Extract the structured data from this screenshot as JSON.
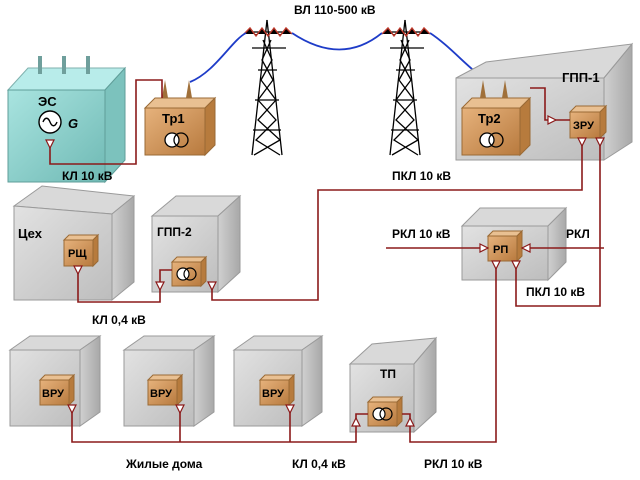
{
  "title": "",
  "lines": {
    "overhead": "ВЛ 110-500 кВ",
    "cable_10_left": "КЛ 10 кВ",
    "pkl_10_top": "ПКЛ 10 кВ",
    "rkl_10_left": "РКЛ 10 кВ",
    "rkl_right": "РКЛ",
    "pkl_10_right": "ПКЛ 10 кВ",
    "kl_04_mid": "КЛ 0,4 кВ",
    "kl_04_bottom": "КЛ 0,4 кВ",
    "rkl_10_bottom": "РКЛ 10 кВ"
  },
  "buildings": {
    "power_station": {
      "label": "ЭС",
      "generator_letter": "G"
    },
    "gpp1": {
      "label": "ГПП-1",
      "transformer": "Тр2",
      "switchgear": "ЗРУ"
    },
    "step_up": {
      "transformer": "Тр1"
    },
    "workshop": {
      "label": "Цех",
      "panel": "РЩ"
    },
    "gpp2": {
      "label": "ГПП-2"
    },
    "dist_point": {
      "panel": "РП"
    },
    "house1": {
      "panel": "ВРУ"
    },
    "house2": {
      "panel": "ВРУ"
    },
    "house3": {
      "panel": "ВРУ"
    },
    "tp": {
      "label": "ТП"
    }
  },
  "residential_label": "Жилые дома",
  "colors": {
    "cable": "#8b1a1a",
    "overhead": "#1e3cc8",
    "panel": "#d9a066",
    "building": "#cfcfcf",
    "station": "#8fd3cf"
  }
}
